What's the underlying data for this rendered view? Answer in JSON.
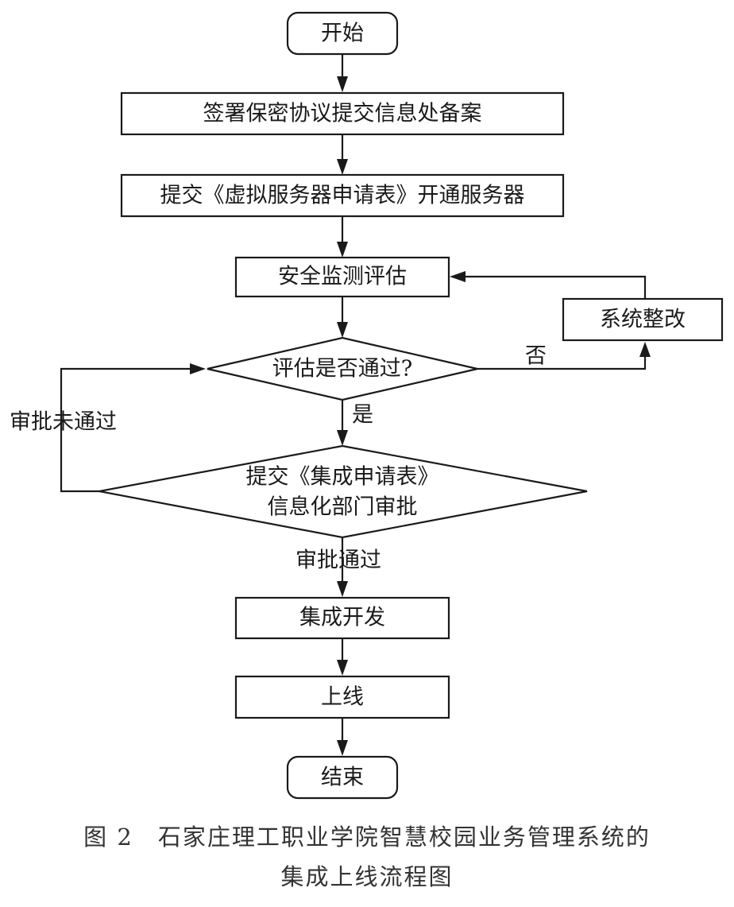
{
  "nodes": {
    "start": "开始",
    "sign_agreement": "签署保密协议提交信息处备案",
    "submit_vm_form": "提交《虚拟服务器申请表》开通服务器",
    "security_assessment": "安全监测评估",
    "system_rectify": "系统整改",
    "assessment_passed": "评估是否通过?",
    "dept_approval_line1": "提交《集成申请表》",
    "dept_approval_line2": "信息化部门审批",
    "integration_dev": "集成开发",
    "go_live": "上线",
    "end": "结束"
  },
  "edge_labels": {
    "no": "否",
    "yes": "是",
    "approval_rejected": "审批未通过",
    "approval_passed": "审批通过"
  },
  "caption": {
    "line1": "图 2　石家庄理工职业学院智慧校园业务管理系统的",
    "line2": "集成上线流程图"
  }
}
